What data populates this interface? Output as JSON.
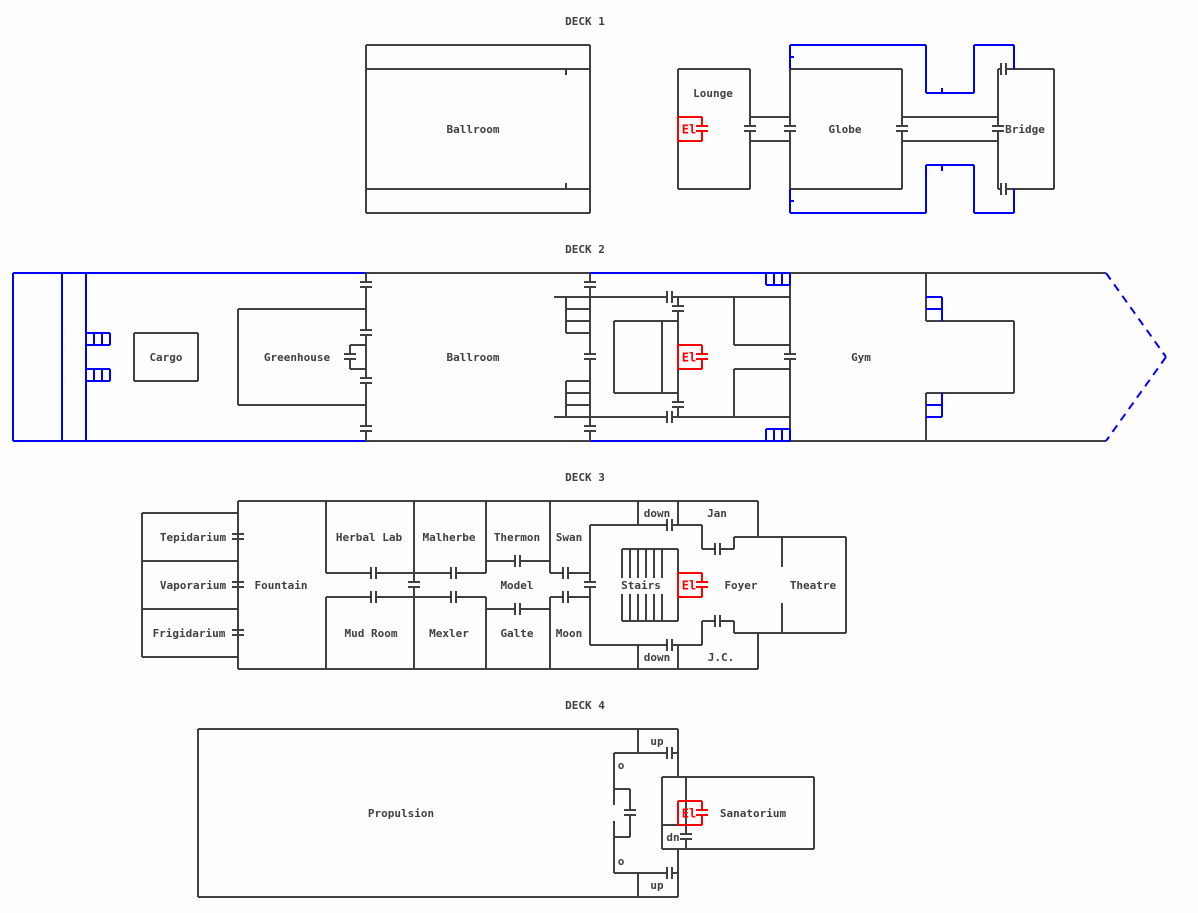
{
  "colors": {
    "wall": "#404040",
    "hull": "#0000ff",
    "elevator": "#ff0000",
    "background": "#fdfdfd"
  },
  "elevator_label": "El",
  "decks": [
    {
      "title": "DECK 1",
      "rooms": {
        "ballroom": "Ballroom",
        "lounge": "Lounge",
        "globe": "Globe",
        "bridge": "Bridge"
      }
    },
    {
      "title": "DECK 2",
      "rooms": {
        "cargo": "Cargo",
        "greenhouse": "Greenhouse",
        "ballroom": "Ballroom",
        "gym": "Gym"
      }
    },
    {
      "title": "DECK 3",
      "rooms": {
        "tepidarium": "Tepidarium",
        "vaporarium": "Vaporarium",
        "frigidarium": "Frigidarium",
        "fountain": "Fountain",
        "herbal_lab": "Herbal Lab",
        "malherbe": "Malherbe",
        "thermon": "Thermon",
        "swan": "Swan",
        "model": "Model",
        "mud_room": "Mud Room",
        "mexler": "Mexler",
        "galte": "Galte",
        "moon": "Moon",
        "stairs": "Stairs",
        "down_top": "down",
        "down_bottom": "down",
        "jan": "Jan",
        "jc": "J.C.",
        "foyer": "Foyer",
        "theatre": "Theatre"
      }
    },
    {
      "title": "DECK 4",
      "rooms": {
        "propulsion": "Propulsion",
        "up_top": "up",
        "up_bottom": "up",
        "o_top": "o",
        "o_bottom": "o",
        "dn": "dn",
        "sanatorium": "Sanatorium"
      }
    }
  ]
}
